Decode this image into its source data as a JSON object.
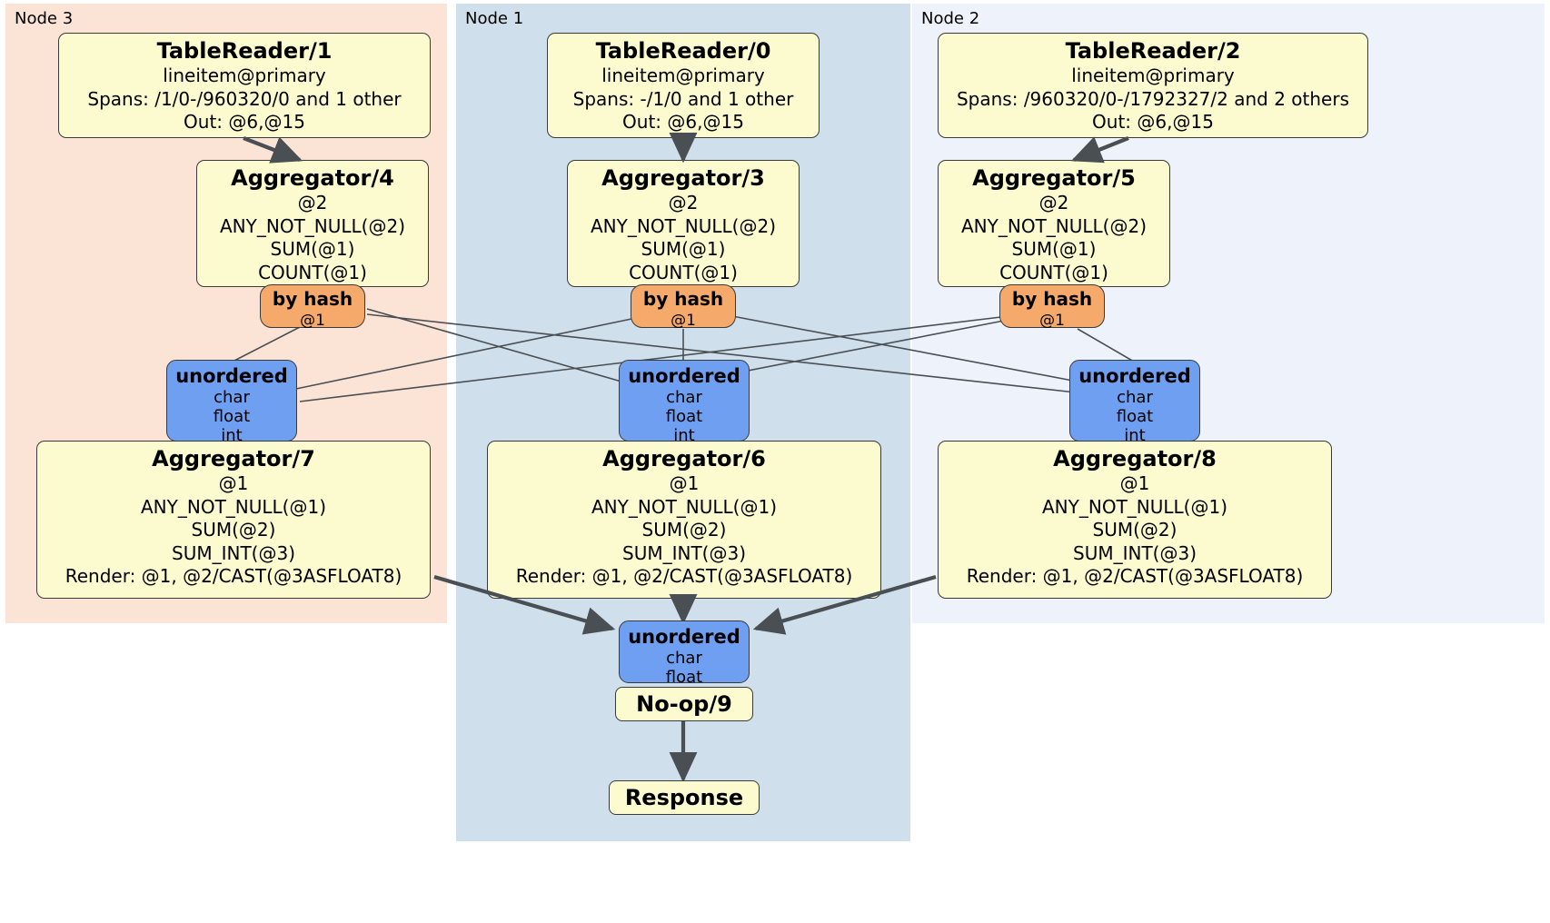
{
  "diagram": {
    "title": "Distributed query execution plan",
    "colors": {
      "node3_panel": "#fbe3d6",
      "node1_panel": "#cfdfeb",
      "node2_panel": "#edf2fb",
      "processor_fill": "#fbfbcf",
      "router_fill": "#f5a96a",
      "sync_fill": "#6f9ff0",
      "stroke": "#3a3a3a",
      "edge": "#4a4f54"
    }
  },
  "nodes": [
    {
      "label": "Node 3"
    },
    {
      "label": "Node 1"
    },
    {
      "label": "Node 2"
    }
  ],
  "processors": {
    "table_reader_1": {
      "title": "TableReader/1",
      "line1": "lineitem@primary",
      "line2": "Spans: /1/0-/960320/0 and 1 other",
      "line3": "Out: @6,@15"
    },
    "table_reader_0": {
      "title": "TableReader/0",
      "line1": "lineitem@primary",
      "line2": "Spans: -/1/0 and 1 other",
      "line3": "Out: @6,@15"
    },
    "table_reader_2": {
      "title": "TableReader/2",
      "line1": "lineitem@primary",
      "line2": "Spans: /960320/0-/1792327/2 and 2 others",
      "line3": "Out: @6,@15"
    },
    "aggregator_4": {
      "title": "Aggregator/4",
      "line1": "@2",
      "line2": "ANY_NOT_NULL(@2)",
      "line3": "SUM(@1)",
      "line4": "COUNT(@1)"
    },
    "aggregator_3": {
      "title": "Aggregator/3",
      "line1": "@2",
      "line2": "ANY_NOT_NULL(@2)",
      "line3": "SUM(@1)",
      "line4": "COUNT(@1)"
    },
    "aggregator_5": {
      "title": "Aggregator/5",
      "line1": "@2",
      "line2": "ANY_NOT_NULL(@2)",
      "line3": "SUM(@1)",
      "line4": "COUNT(@1)"
    },
    "aggregator_7": {
      "title": "Aggregator/7",
      "line1": "@1",
      "line2": "ANY_NOT_NULL(@1)",
      "line3": "SUM(@2)",
      "line4": "SUM_INT(@3)",
      "line5": "Render: @1, @2/CAST(@3ASFLOAT8)"
    },
    "aggregator_6": {
      "title": "Aggregator/6",
      "line1": "@1",
      "line2": "ANY_NOT_NULL(@1)",
      "line3": "SUM(@2)",
      "line4": "SUM_INT(@3)",
      "line5": "Render: @1, @2/CAST(@3ASFLOAT8)"
    },
    "aggregator_8": {
      "title": "Aggregator/8",
      "line1": "@1",
      "line2": "ANY_NOT_NULL(@1)",
      "line3": "SUM(@2)",
      "line4": "SUM_INT(@3)",
      "line5": "Render: @1, @2/CAST(@3ASFLOAT8)"
    },
    "noop_9": {
      "title": "No-op/9"
    },
    "response": {
      "title": "Response"
    }
  },
  "routers": {
    "by_hash_left": {
      "title": "by hash",
      "line1": "@1"
    },
    "by_hash_center": {
      "title": "by hash",
      "line1": "@1"
    },
    "by_hash_right": {
      "title": "by hash",
      "line1": "@1"
    }
  },
  "synchronizers": {
    "unordered_left": {
      "title": "unordered",
      "line1": "char",
      "line2": "float",
      "line3": "int"
    },
    "unordered_center": {
      "title": "unordered",
      "line1": "char",
      "line2": "float",
      "line3": "int"
    },
    "unordered_right": {
      "title": "unordered",
      "line1": "char",
      "line2": "float",
      "line3": "int"
    },
    "unordered_final": {
      "title": "unordered",
      "line1": "char",
      "line2": "float"
    }
  }
}
